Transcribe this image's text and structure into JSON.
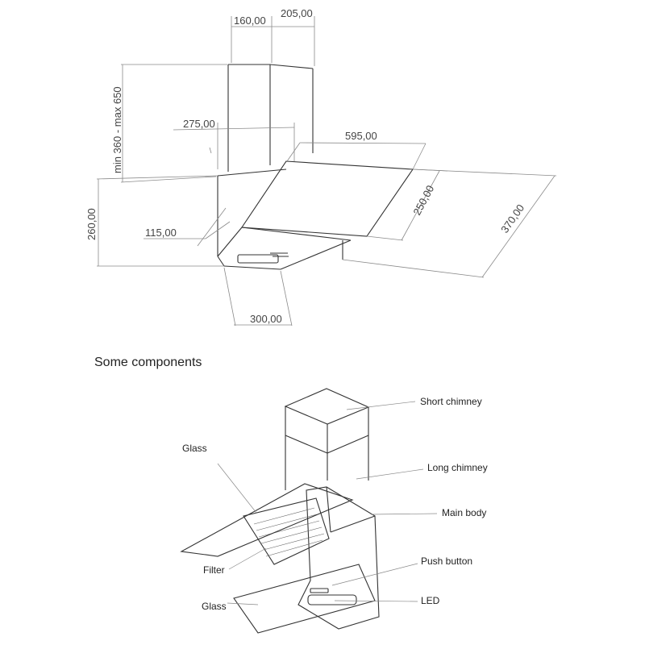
{
  "dimensions": {
    "d160": "160,00",
    "d205": "205,00",
    "chimney_range": "min 360 - max 650",
    "d275": "275,00",
    "d595": "595,00",
    "d250": "250,00",
    "d370": "370,00",
    "d260": "260,00",
    "d115": "115,00",
    "d300": "300,00"
  },
  "section_title": "Some components",
  "components": {
    "short_chimney": "Short chimney",
    "long_chimney": "Long chimney",
    "main_body": "Main body",
    "push_button": "Push button",
    "led": "LED",
    "glass_top": "Glass",
    "filter": "Filter",
    "glass_bottom": "Glass"
  }
}
